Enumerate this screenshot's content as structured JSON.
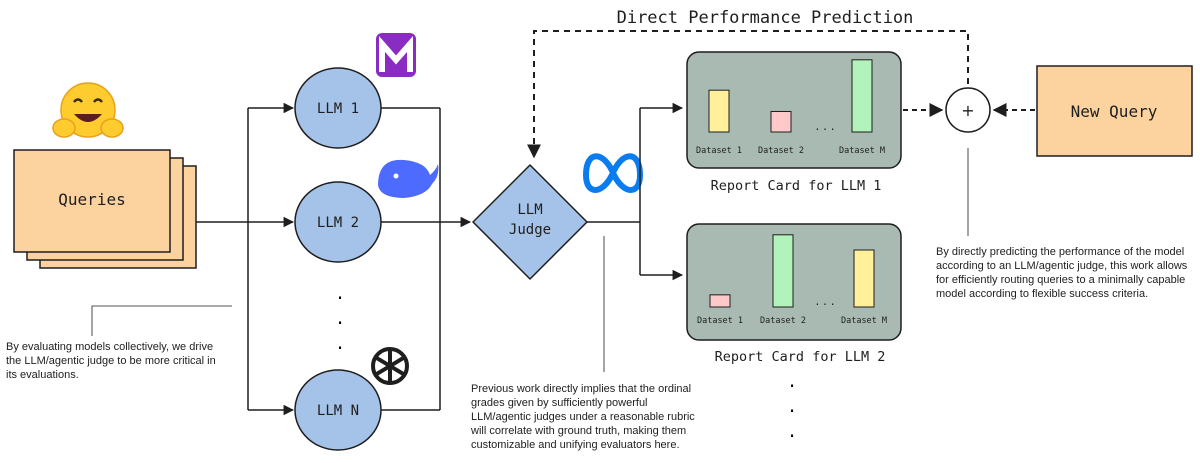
{
  "title": "Direct Performance Prediction",
  "queries": {
    "label": "Queries"
  },
  "new_query": {
    "label": "New Query"
  },
  "combine": {
    "symbol": "+"
  },
  "judge": {
    "line1": "LLM",
    "line2": "Judge"
  },
  "models": [
    {
      "label": "LLM 1",
      "icon": "mistral-m-logo-icon"
    },
    {
      "label": "LLM 2",
      "icon": "deepseek-whale-logo-icon"
    },
    {
      "label": "LLM N",
      "icon": "openai-logo-icon"
    }
  ],
  "model_ellipsis": "·",
  "hugging_face_icon": "hugging-face-emoji-icon",
  "meta_icon": "meta-infinity-logo-icon",
  "report_cards": [
    {
      "title": "Report Card for LLM 1",
      "bars": [
        {
          "label": "Dataset 1",
          "value": 0.55,
          "color": "#fff099"
        },
        {
          "label": "Dataset 2",
          "value": 0.27,
          "color": "#ffc9c9"
        },
        {
          "label": "Dataset M",
          "value": 0.95,
          "color": "#b2f2bb"
        }
      ],
      "ellipsis": ". . ."
    },
    {
      "title": "Report Card for LLM 2",
      "bars": [
        {
          "label": "Dataset 1",
          "value": 0.16,
          "color": "#ffc9c9"
        },
        {
          "label": "Dataset 2",
          "value": 0.95,
          "color": "#b2f2bb"
        },
        {
          "label": "Dataset M",
          "value": 0.75,
          "color": "#fff099"
        }
      ],
      "ellipsis": ". . ."
    }
  ],
  "card_ellipsis": "·",
  "notes": {
    "collective": "By evaluating models collectively, we drive the LLM/agentic judge to be more critical in its evaluations.",
    "previous": "Previous work directly implies that the ordinal grades given by sufficiently powerful LLM/agentic judges under a reasonable rubric will correlate with ground truth, making them customizable and unifying evaluators here.",
    "routing": "By directly predicting the performance of the model according to an LLM/agentic judge, this work allows for efficiently routing queries to a minimally capable model according to flexible success criteria."
  },
  "colors": {
    "node_fill": "#a5c2e8",
    "query_fill": "#fcd29f",
    "card_fill": "#a9bab3",
    "stroke": "#1e1e1e"
  }
}
